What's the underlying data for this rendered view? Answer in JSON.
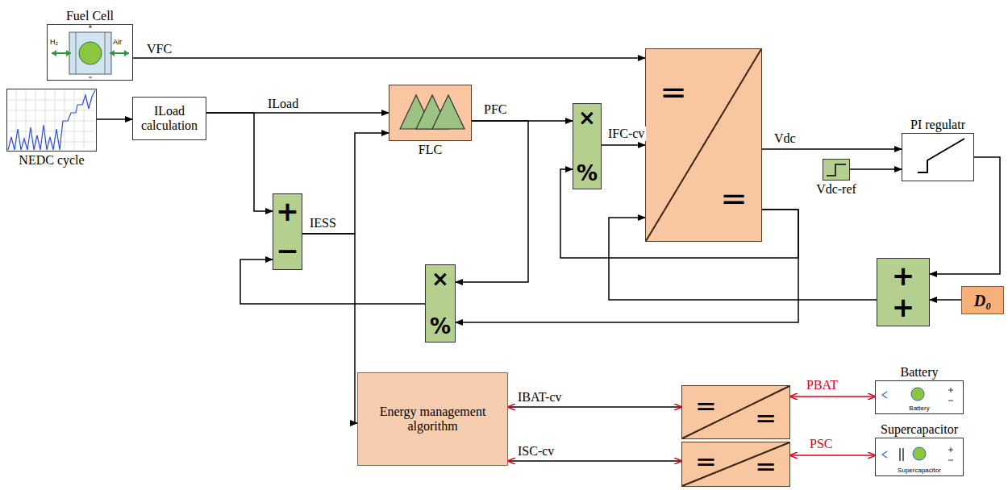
{
  "diagram": {
    "nodes": [
      {
        "text": [
          "Fuel Cell"
        ]
      },
      {
        "text": [
          "NEDC cycle"
        ]
      },
      {
        "text": [
          "ILoad calculation"
        ]
      },
      {
        "text": [
          "FLC"
        ]
      },
      {
        "text": [
          "+",
          "−"
        ]
      },
      {
        "text": [
          "×",
          "%"
        ]
      },
      {
        "text": [
          "×",
          "%"
        ]
      },
      {
        "text": [
          "=",
          "="
        ]
      },
      {
        "text": [
          "Vdc-ref"
        ]
      },
      {
        "text": [
          "PI regulatr"
        ]
      },
      {
        "text": [
          "+",
          "+"
        ]
      },
      {
        "text": [
          "D₀"
        ]
      },
      {
        "text": [
          "Energy management algorithm"
        ]
      },
      {
        "text": [
          "=",
          "="
        ]
      },
      {
        "text": [
          "=",
          "="
        ]
      },
      {
        "text": [
          "Battery",
          "Battery"
        ]
      },
      {
        "text": [
          "Supercapacitor",
          "Supercapacitor"
        ]
      }
    ],
    "edges": [
      {
        "from": 0,
        "to": 7,
        "arrow": "to",
        "label": "VFC"
      },
      {
        "from": 1,
        "to": 2,
        "arrow": "to"
      },
      {
        "from": 2,
        "to": 3,
        "arrow": "to",
        "label": "ILoad"
      },
      {
        "from": 2,
        "to": 4,
        "arrow": "to"
      },
      {
        "from": 4,
        "to": 3,
        "arrow": "to",
        "label": "IESS"
      },
      {
        "from": 4,
        "to": 12,
        "arrow": "to"
      },
      {
        "from": 3,
        "to": 5,
        "arrow": "to",
        "label": "PFC"
      },
      {
        "from": 3,
        "to": 6,
        "arrow": "to"
      },
      {
        "from": 6,
        "to": 4,
        "arrow": "to"
      },
      {
        "from": 5,
        "to": 7,
        "arrow": "to",
        "label": "IFC-cv"
      },
      {
        "from": 7,
        "to": 9,
        "arrow": "to",
        "label": "Vdc"
      },
      {
        "from": 8,
        "to": 9,
        "arrow": "to"
      },
      {
        "from": 9,
        "to": 10,
        "arrow": "to"
      },
      {
        "from": 11,
        "to": 10,
        "arrow": "to"
      },
      {
        "from": 10,
        "to": 7,
        "arrow": "to"
      },
      {
        "from": 7,
        "to": 5,
        "arrow": "to"
      },
      {
        "from": 7,
        "to": 6,
        "arrow": "to"
      },
      {
        "from": 12,
        "to": 13,
        "arrow": "both",
        "label": "IBAT-cv"
      },
      {
        "from": 12,
        "to": 14,
        "arrow": "both",
        "label": "ISC-cv"
      },
      {
        "from": 13,
        "to": 15,
        "arrow": "both",
        "label": "PBAT"
      },
      {
        "from": 14,
        "to": 16,
        "arrow": "both",
        "label": "PSC"
      }
    ],
    "labels": [
      "H₂",
      "Air"
    ]
  }
}
